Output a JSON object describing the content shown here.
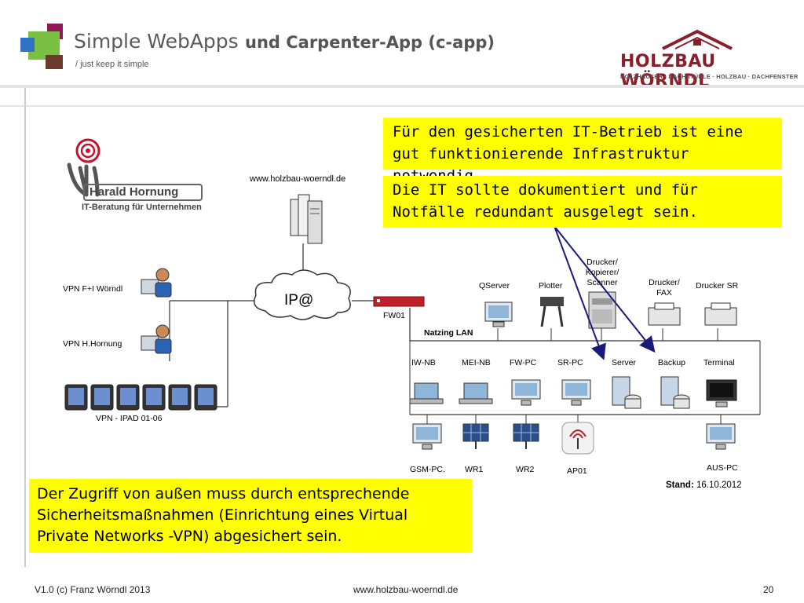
{
  "header": {
    "title": "Simple WebApps",
    "title2": "und  Carpenter-App (c-app)",
    "subtitle": "/ just keep it simple",
    "logo_name": "HOLZBAU WÖRNDL",
    "logo_tagline": "HOLZHÄUSER · DACHSTÜHLE · HOLZBAU · DACHFENSTER"
  },
  "consultant": {
    "name": "Harald Hornung",
    "tagline": "IT-Beratung für Unternehmen"
  },
  "callouts": {
    "box1": "Für den gesicherten IT-Betrieb ist eine gut funktionierende Infrastruktur notwendig.",
    "box2": "Die IT sollte dokumentiert und für Notfälle redundant ausgelegt sein.",
    "box3": "Der Zugriff von außen muss durch entsprechende Sicherheitsmaßnahmen (Einrichtung eines Virtual Private Networks -VPN) abgesichert sein."
  },
  "network": {
    "webserver_url": "www.holzbau-woerndl.de",
    "internet_label": "IP@",
    "firewall_label": "FW01",
    "lan_label": "Natzing LAN",
    "vpn1": "VPN F+I Wörndl",
    "vpn2": "VPN H.Hornung",
    "vpn_ipad": "VPN - IPAD 01-06",
    "top_devices": [
      "QServer",
      "Plotter",
      "Drucker/ Kopierer/ Scanner",
      "Drucker/ FAX",
      "Drucker SR"
    ],
    "mid_devices": [
      "IW-NB",
      "MEI-NB",
      "FW-PC",
      "SR-PC",
      "Server",
      "Backup",
      "Terminal"
    ],
    "bottom_devices": [
      "GSM-PC.",
      "WR1",
      "WR2",
      "AP01",
      "AUS-PC"
    ],
    "stand_label": "Stand:",
    "stand_date": "16.10.2012"
  },
  "footer": {
    "version": "V1.0  (c) Franz Wörndl 2013",
    "url": "www.holzbau-woerndl.de",
    "page": "20"
  },
  "colors": {
    "callout_bg": "#ffff00",
    "arrow": "#1a1a7a",
    "firewall": "#c0202a",
    "logo_red": "#8a1f2c"
  }
}
